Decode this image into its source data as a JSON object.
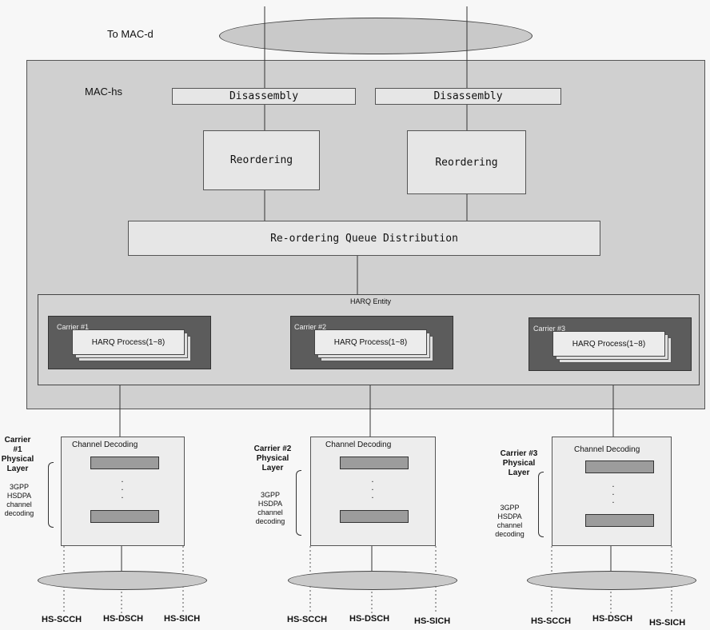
{
  "top": {
    "to_mac_d": "To MAC-d"
  },
  "mac_hs": {
    "label": "MAC-hs",
    "disassembly_left": "Disassembly",
    "disassembly_right": "Disassembly",
    "reordering_left": "Reordering",
    "reordering_right": "Reordering",
    "queue_distribution": "Re-ordering Queue Distribution",
    "harq_entity": "HARQ Entity",
    "carriers": [
      {
        "label": "Carrier #1",
        "process": "HARQ Process(1~8)"
      },
      {
        "label": "Carrier #2",
        "process": "HARQ Process(1~8)"
      },
      {
        "label": "Carrier #3",
        "process": "HARQ Process(1~8)"
      }
    ]
  },
  "physical": [
    {
      "carrier_line1": "Carrier  #1",
      "carrier_line2": "Physical",
      "carrier_line3": "Layer",
      "decoding_title": "Channel Decoding",
      "side_text": [
        "3GPP",
        "HSDPA",
        "channel",
        "decoding"
      ],
      "dots": "·\n·\n·",
      "channels": [
        "HS-SCCH",
        "HS-DSCH",
        "HS-SICH"
      ]
    },
    {
      "carrier_line1": "Carrier  #2",
      "carrier_line2": "Physical",
      "carrier_line3": "Layer",
      "decoding_title": "Channel Decoding",
      "side_text": [
        "3GPP",
        "HSDPA",
        "channel",
        "decoding"
      ],
      "dots": "·\n·\n·",
      "channels": [
        "HS-SCCH",
        "HS-DSCH",
        "HS-SICH"
      ]
    },
    {
      "carrier_line1": "Carrier  #3",
      "carrier_line2": "Physical",
      "carrier_line3": "Layer",
      "decoding_title": "Channel Decoding",
      "side_text": [
        "3GPP",
        "HSDPA",
        "channel",
        "decoding"
      ],
      "dots": "·\n·\n·",
      "channels": [
        "HS-SCCH",
        "HS-DSCH",
        "HS-SICH"
      ]
    }
  ]
}
